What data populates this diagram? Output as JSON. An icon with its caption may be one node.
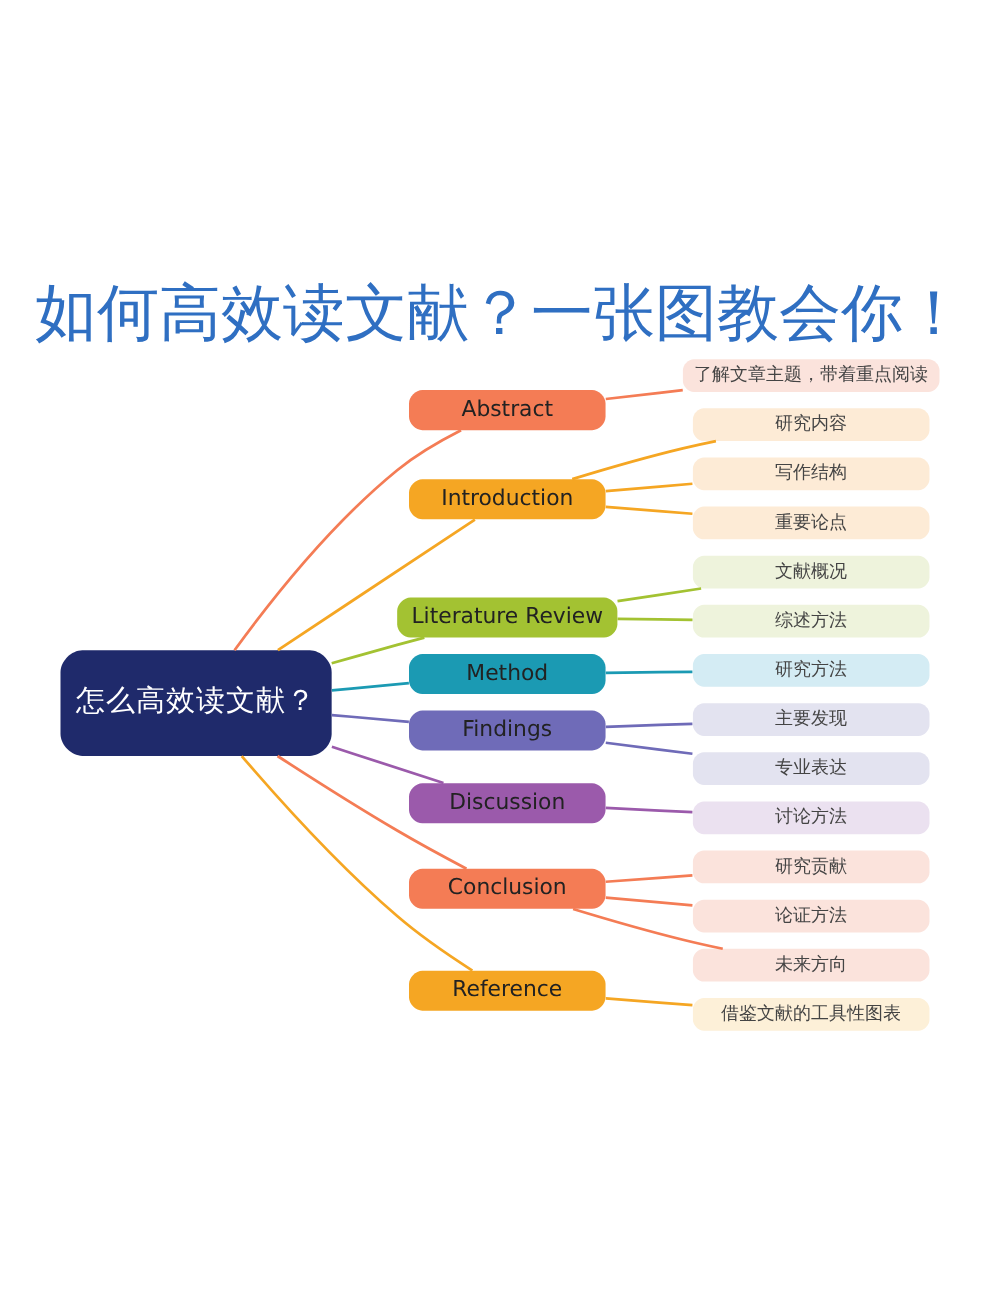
{
  "diagram": {
    "title": "如何高效读文献？一张图教会你！",
    "nodes": [
      {
        "text": [
          "怎么高效读文献？"
        ]
      },
      {
        "text": [
          "Abstract"
        ]
      },
      {
        "text": [
          "了解文章主题，带着重点阅读"
        ]
      },
      {
        "text": [
          "Introduction"
        ]
      },
      {
        "text": [
          "研究内容"
        ]
      },
      {
        "text": [
          "写作结构"
        ]
      },
      {
        "text": [
          "重要论点"
        ]
      },
      {
        "text": [
          "Literature Review"
        ]
      },
      {
        "text": [
          "文献概况"
        ]
      },
      {
        "text": [
          "综述方法"
        ]
      },
      {
        "text": [
          "Method"
        ]
      },
      {
        "text": [
          "研究方法"
        ]
      },
      {
        "text": [
          "Findings"
        ]
      },
      {
        "text": [
          "主要发现"
        ]
      },
      {
        "text": [
          "专业表达"
        ]
      },
      {
        "text": [
          "Discussion"
        ]
      },
      {
        "text": [
          "讨论方法"
        ]
      },
      {
        "text": [
          "Conclusion"
        ]
      },
      {
        "text": [
          "研究贡献"
        ]
      },
      {
        "text": [
          "论证方法"
        ]
      },
      {
        "text": [
          "未来方向"
        ]
      },
      {
        "text": [
          "Reference"
        ]
      },
      {
        "text": [
          "借鉴文献的工具性图表"
        ]
      }
    ],
    "edges": [
      {
        "from": 0,
        "to": 1,
        "arrow": "none",
        "color": "#f47c55"
      },
      {
        "from": 1,
        "to": 2,
        "arrow": "none",
        "color": "#f47c55"
      },
      {
        "from": 0,
        "to": 3,
        "arrow": "none",
        "color": "#f5a623"
      },
      {
        "from": 3,
        "to": 4,
        "arrow": "none",
        "color": "#f5a623"
      },
      {
        "from": 3,
        "to": 5,
        "arrow": "none",
        "color": "#f5a623"
      },
      {
        "from": 3,
        "to": 6,
        "arrow": "none",
        "color": "#f5a623"
      },
      {
        "from": 0,
        "to": 7,
        "arrow": "none",
        "color": "#a3c232"
      },
      {
        "from": 7,
        "to": 8,
        "arrow": "none",
        "color": "#a3c232"
      },
      {
        "from": 7,
        "to": 9,
        "arrow": "none",
        "color": "#a3c232"
      },
      {
        "from": 0,
        "to": 10,
        "arrow": "none",
        "color": "#1b9ab3"
      },
      {
        "from": 10,
        "to": 11,
        "arrow": "none",
        "color": "#1b9ab3"
      },
      {
        "from": 0,
        "to": 12,
        "arrow": "none",
        "color": "#6f6bb8"
      },
      {
        "from": 12,
        "to": 13,
        "arrow": "none",
        "color": "#6f6bb8"
      },
      {
        "from": 12,
        "to": 14,
        "arrow": "none",
        "color": "#6f6bb8"
      },
      {
        "from": 0,
        "to": 15,
        "arrow": "none",
        "color": "#9b5aab"
      },
      {
        "from": 15,
        "to": 16,
        "arrow": "none",
        "color": "#9b5aab"
      },
      {
        "from": 0,
        "to": 17,
        "arrow": "none",
        "color": "#f47c55"
      },
      {
        "from": 17,
        "to": 18,
        "arrow": "none",
        "color": "#f47c55"
      },
      {
        "from": 17,
        "to": 19,
        "arrow": "none",
        "color": "#f47c55"
      },
      {
        "from": 17,
        "to": 20,
        "arrow": "none",
        "color": "#f47c55"
      },
      {
        "from": 0,
        "to": 21,
        "arrow": "none",
        "color": "#f5a623"
      },
      {
        "from": 21,
        "to": 22,
        "arrow": "none",
        "color": "#f5a623"
      }
    ]
  }
}
